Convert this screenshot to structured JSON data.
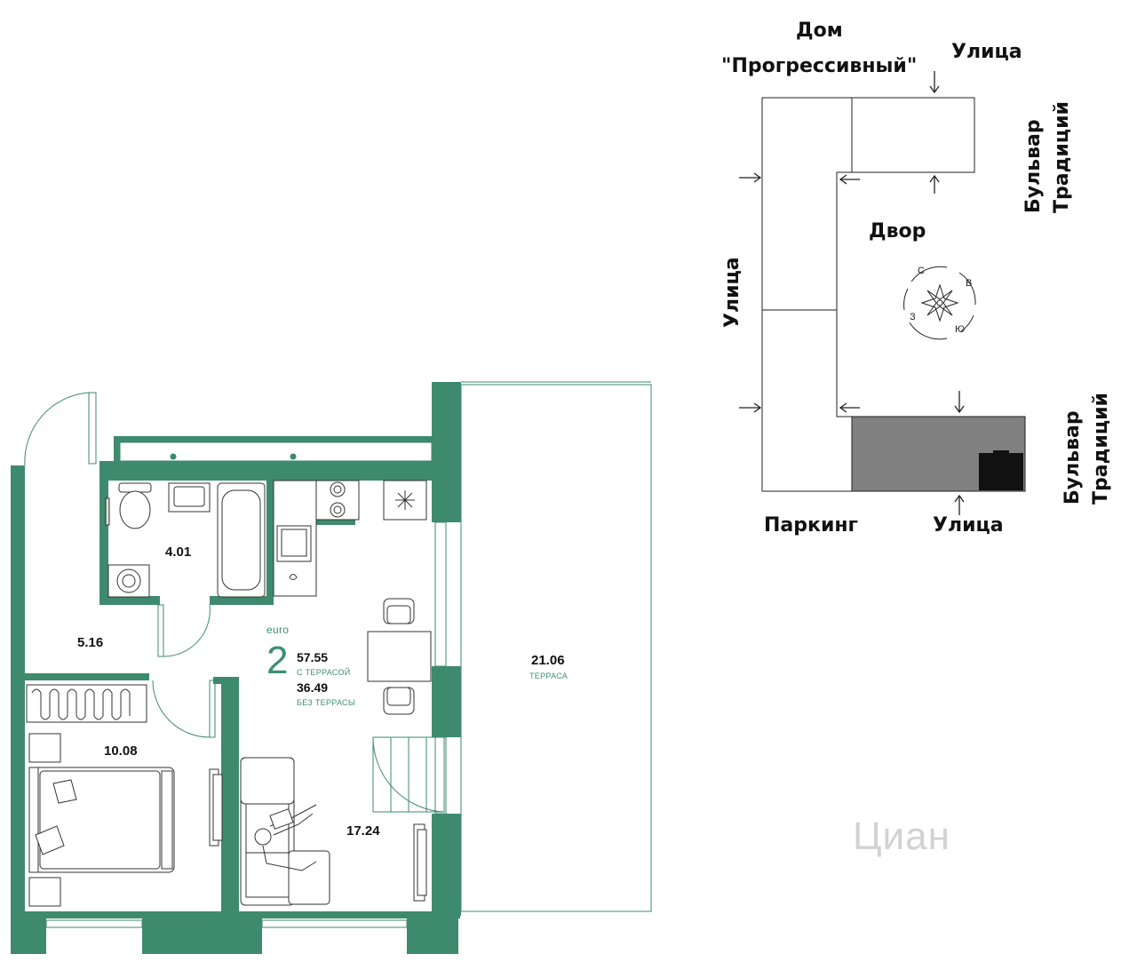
{
  "colors": {
    "wall": "#3e8a6f",
    "accent_text": "#3e8f72",
    "parking": "#808080",
    "line": "#222222"
  },
  "site_plan": {
    "house_label_line1": "Дом",
    "house_label_line2": "\"Прогрессивный\"",
    "street_top": "Улица",
    "street_left": "Улица",
    "street_bottom": "Улица",
    "boulevard_top": "Бульвар\nТрадиций",
    "boulevard_bottom": "Бульвар\nТрадиций",
    "yard": "Двор",
    "parking": "Паркинг",
    "compass": {
      "north": "С",
      "east": "В",
      "south": "Ю",
      "west": "З"
    }
  },
  "floor_plan": {
    "apartment_type": "euro",
    "rooms_count": "2",
    "total_area": "57.55",
    "total_area_note": "С ТЕРРАСОЙ",
    "area_without_terrace": "36.49",
    "area_without_terrace_note": "БЕЗ ТЕРРАСЫ",
    "rooms": {
      "bathroom": "4.01",
      "hallway": "5.16",
      "bedroom": "10.08",
      "living": "17.24",
      "terrace": "21.06",
      "terrace_label": "ТЕРРАСА"
    }
  },
  "watermark": "Циан"
}
